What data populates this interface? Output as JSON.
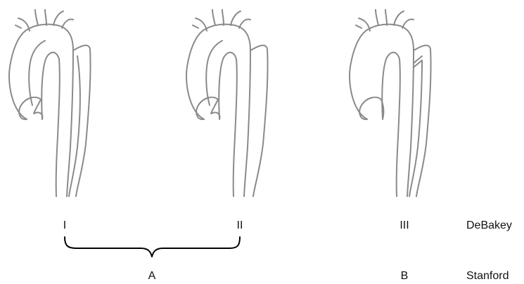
{
  "diagram": {
    "stroke_color": "#8a8a8a",
    "brace_color": "#000000",
    "panels": [
      {
        "classification": "DeBakey type I / Stanford type A",
        "dissection_extent": "ascending aorta, arch and descending aorta"
      },
      {
        "classification": "DeBakey type II / Stanford type A",
        "dissection_extent": "ascending aorta only"
      },
      {
        "classification": "DeBakey type III / Stanford type B",
        "dissection_extent": "descending aorta, distal to left subclavian artery"
      }
    ],
    "labels": {
      "type_i": "I",
      "type_ii": "II",
      "type_iii": "III",
      "debakey": "DeBakey",
      "stanford_a": "A",
      "stanford_b": "B",
      "stanford": "Stanford"
    }
  }
}
